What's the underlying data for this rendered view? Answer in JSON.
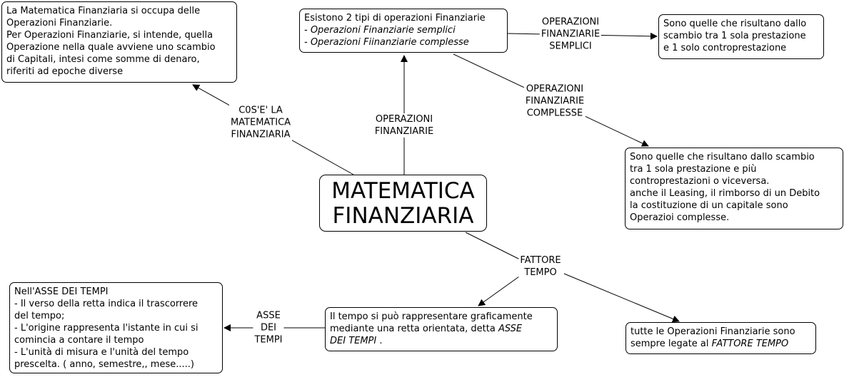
{
  "center": {
    "line1": "MATEMATICA",
    "line2": "FINANZIARIA"
  },
  "nodes": {
    "definition": {
      "lines": [
        "La Matematica Finanziaria si occupa delle",
        "Operazioni Finanziarie.",
        "Per Operazioni Finanziarie, si intende, quella",
        "Operazione nella quale avviene uno scambio",
        "di Capitali, intesi come somme di denaro,",
        "riferiti ad epoche diverse"
      ]
    },
    "types": {
      "line1": "Esistono 2 tipi di operazioni Finanziarie",
      "line2": "- Operazioni Finanziarie semplici",
      "line3": "- Operazioni Fiinanziarie complesse"
    },
    "simple": {
      "lines": [
        "Sono quelle che risultano dallo",
        "scambio tra 1 sola prestazione",
        "e 1 solo controprestazione"
      ]
    },
    "complex": {
      "lines": [
        "Sono quelle che risultano dallo scambio",
        "tra 1 sola prestazione e più",
        "controprestazioni o viceversa.",
        "anche il Leasing, il rimborso di un Debito",
        "la costituzione di un capitale sono",
        "Operazioi complesse."
      ]
    },
    "time_axis": {
      "line1": "Il tempo si può rappresentare graficamente",
      "line2_prefix": "mediante una retta orientata, detta ",
      "line2_em": "ASSE",
      "line3_em": "DEI TEMPI",
      "line3_suffix": " ."
    },
    "axis_details": {
      "lines": [
        "Nell'ASSE DEI TEMPI",
        "- Il verso della retta indica il trascorrere",
        "del tempo;",
        "- L'origine rappresenta l'istante in cui si",
        "comincia a contare il tempo",
        "- L'unità di misura e l'unità del tempo",
        "prescelta. ( anno, semestre,, mese.....)"
      ]
    },
    "time_factor": {
      "line1": "tutte le Operazioni Finanziarie sono",
      "line2_prefix": "sempre legate al ",
      "line2_em": "FATTORE TEMPO"
    }
  },
  "edge_labels": {
    "cose": [
      "C0S'E' LA",
      "MATEMATICA",
      "FINANZIARIA"
    ],
    "operazioni": [
      "OPERAZIONI",
      "FINANZIARIE"
    ],
    "semplici": [
      "OPERAZIONI",
      "FINANZIARIE",
      "SEMPLICI"
    ],
    "complesse": [
      "OPERAZIONI",
      "FINANZIARIE",
      "COMPLESSE"
    ],
    "fattore": [
      "FATTORE",
      "TEMPO"
    ],
    "asse": [
      "ASSE",
      "DEI",
      "TEMPI"
    ]
  }
}
